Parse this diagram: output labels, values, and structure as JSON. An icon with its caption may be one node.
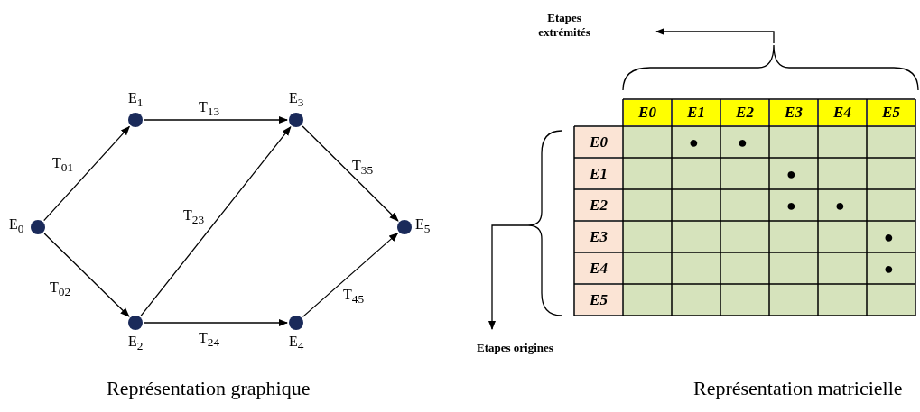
{
  "diagram": {
    "nodes": [
      {
        "text": [],
        "shape": "circle",
        "beside": [
          "E$_{0}$"
        ]
      },
      {
        "text": [],
        "shape": "circle",
        "beside": [
          "E$_{1}$"
        ]
      },
      {
        "text": [],
        "shape": "circle",
        "beside": [
          "E$_{2}$"
        ]
      },
      {
        "text": [],
        "shape": "circle",
        "beside": [
          "E$_{3}$"
        ]
      },
      {
        "text": [],
        "shape": "circle",
        "beside": [
          "E$_{4}$"
        ]
      },
      {
        "text": [],
        "shape": "circle",
        "beside": [
          "E$_{5}$"
        ]
      }
    ],
    "edges": [
      {
        "from": 0,
        "to": 1,
        "arrow": "to",
        "label": "T$_{01}$"
      },
      {
        "from": 0,
        "to": 2,
        "arrow": "to",
        "label": "T$_{02}$"
      },
      {
        "from": 1,
        "to": 3,
        "arrow": "to",
        "label": "T$_{13}$"
      },
      {
        "from": 2,
        "to": 3,
        "arrow": "to",
        "label": "T$_{23}$"
      },
      {
        "from": 2,
        "to": 4,
        "arrow": "to",
        "label": "T$_{24}$"
      },
      {
        "from": 3,
        "to": 5,
        "arrow": "to",
        "label": "T$_{35}$"
      },
      {
        "from": 4,
        "to": 5,
        "arrow": "to",
        "label": "T$_{45}$"
      }
    ],
    "labels": [
      "Etapes extrémités",
      "E0",
      "E1",
      "E2",
      "E3",
      "E4",
      "E5",
      "E0",
      "●",
      "●",
      "E1",
      "●",
      "E2",
      "●",
      "●",
      "E3",
      "●",
      "E4",
      "●",
      "E5",
      "Etapes origines",
      "Représentation graphique",
      "Représentation matricielle"
    ]
  }
}
